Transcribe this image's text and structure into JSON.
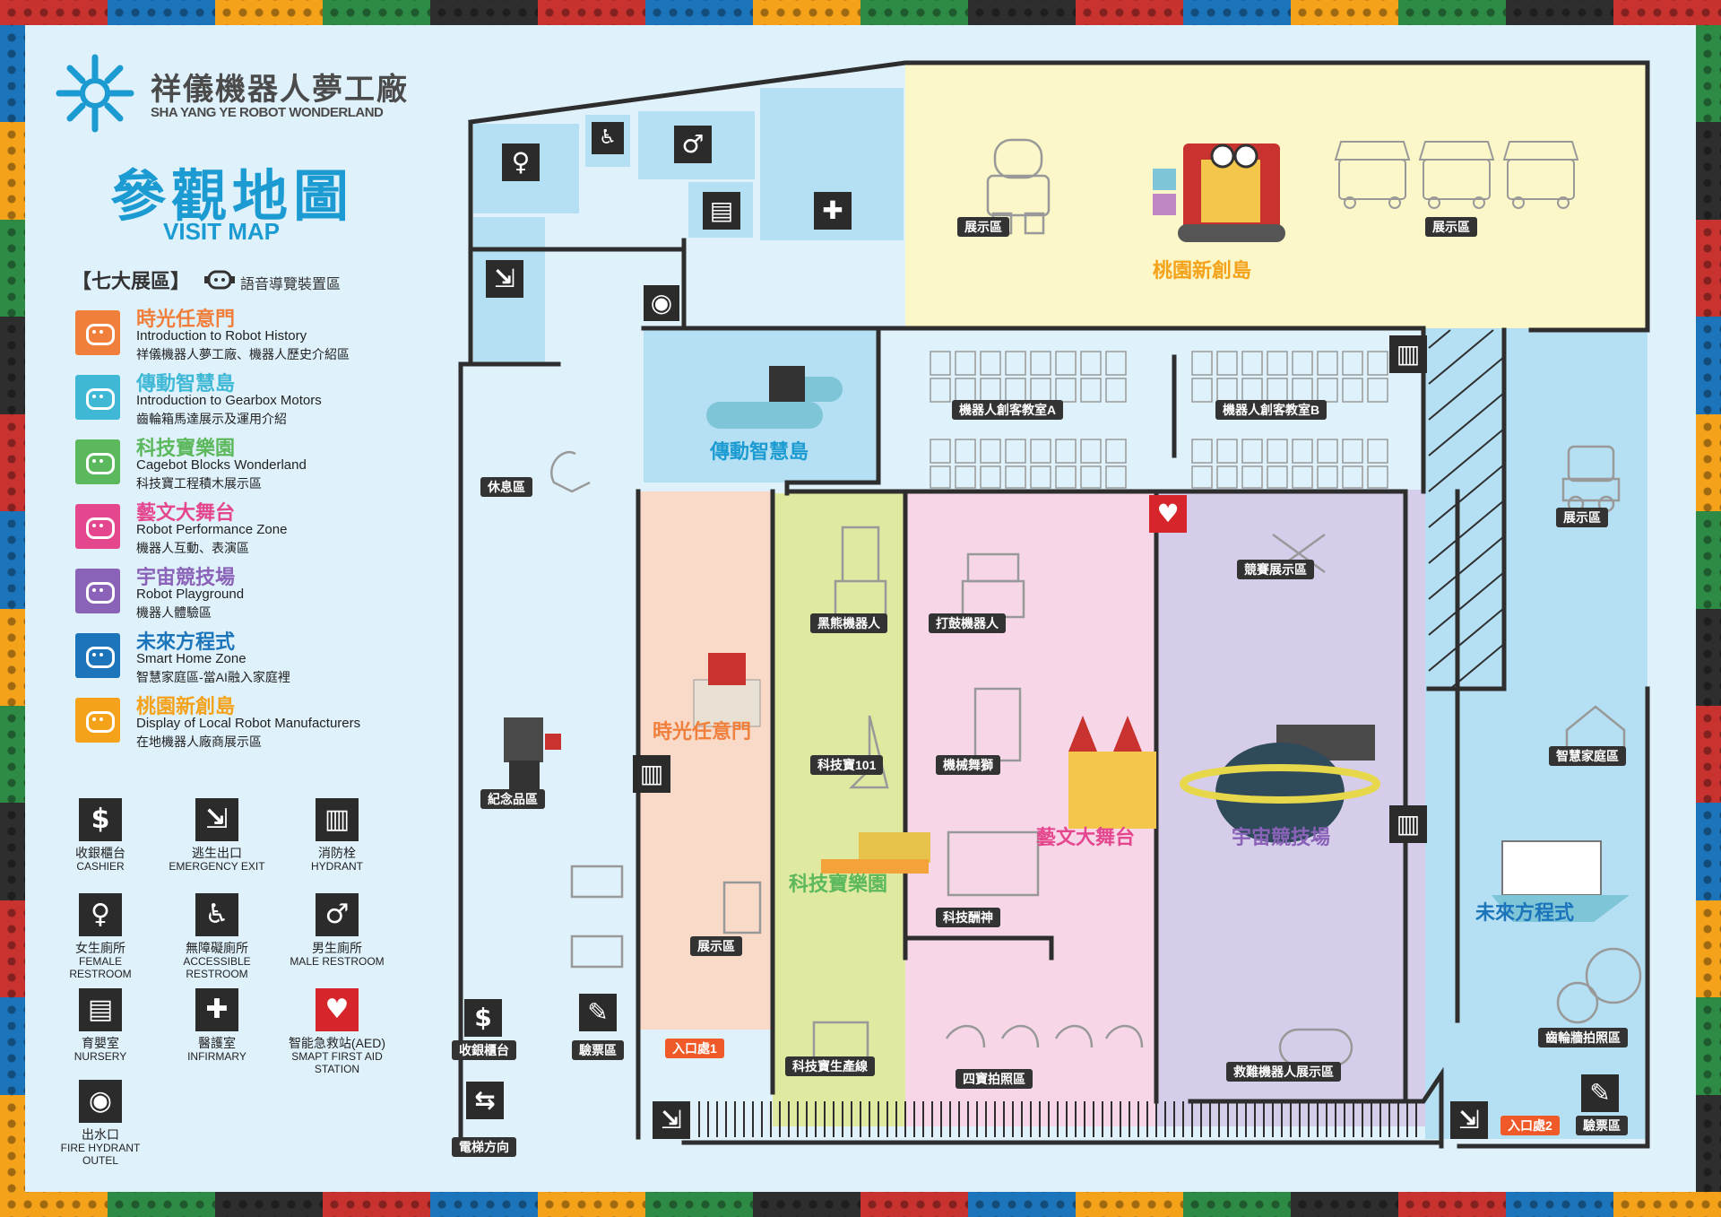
{
  "brand": {
    "name_cn": "祥儀機器人夢工廠",
    "name_en": "SHA YANG YE ROBOT WONDERLAND"
  },
  "title": {
    "cn": "參觀地圖",
    "en": "VISIT MAP"
  },
  "legend": {
    "zones_heading": "【七大展區】",
    "audio_guide": "語音導覽裝置區",
    "zones": [
      {
        "name": "時光任意門",
        "en": "Introduction to Robot History",
        "desc": "祥儀機器人夢工廠、機器人歷史介紹區",
        "color": "#f07f3c"
      },
      {
        "name": "傳動智慧島",
        "en": "Introduction to Gearbox Motors",
        "desc": "齒輪箱馬達展示及運用介紹",
        "color": "#3fb8d6"
      },
      {
        "name": "科技寶樂園",
        "en": "Cagebot Blocks Wonderland",
        "desc": "科技寶工程積木展示區",
        "color": "#5cb85c"
      },
      {
        "name": "藝文大舞台",
        "en": "Robot Performance Zone",
        "desc": "機器人互動、表演區",
        "color": "#e5478f"
      },
      {
        "name": "宇宙競技場",
        "en": "Robot Playground",
        "desc": "機器人體驗區",
        "color": "#8a63b8"
      },
      {
        "name": "未來方程式",
        "en": "Smart Home Zone",
        "desc": "智慧家庭區-當AI融入家庭裡",
        "color": "#1c74bb"
      },
      {
        "name": "桃園新創島",
        "en": "Display of Local Robot Manufacturers",
        "desc": "在地機器人廠商展示區",
        "color": "#f5a21b"
      }
    ],
    "symbols": [
      {
        "cn": "收銀櫃台",
        "en": "CASHIER",
        "icon": "$"
      },
      {
        "cn": "逃生出口",
        "en": "EMERGENCY EXIT",
        "icon": "⇲"
      },
      {
        "cn": "消防栓",
        "en": "HYDRANT",
        "icon": "▥"
      },
      {
        "cn": "女生廁所",
        "en": "FEMALE RESTROOM",
        "icon": "♀"
      },
      {
        "cn": "無障礙廁所",
        "en": "ACCESSIBLE RESTROOM",
        "icon": "♿"
      },
      {
        "cn": "男生廁所",
        "en": "MALE RESTROOM",
        "icon": "♂"
      },
      {
        "cn": "育嬰室",
        "en": "NURSERY",
        "icon": "▤"
      },
      {
        "cn": "醫護室",
        "en": "INFIRMARY",
        "icon": "✚"
      },
      {
        "cn": "智能急救站(AED)",
        "en": "SMAPT FIRST AID STATION",
        "icon": "♥"
      },
      {
        "cn": "出水口",
        "en": "FIRE HYDRANT OUTEL",
        "icon": "◉"
      }
    ]
  },
  "map": {
    "zone_titles": {
      "history": "時光任意門",
      "gearbox": "傳動智慧島",
      "blocks": "科技寶樂園",
      "stage": "藝文大舞台",
      "playground": "宇宙競技場",
      "smarthome": "未來方程式",
      "local": "桃園新創島"
    },
    "labels": {
      "exhibit1": "展示區",
      "exhibit2": "展示區",
      "exhibit3": "展示區",
      "exhibit4": "展示區",
      "classA": "機器人創客教室A",
      "classB": "機器人創客教室B",
      "rest": "休息區",
      "souvenir": "紀念品區",
      "blackbear": "黑熊機器人",
      "drum": "打鼓機器人",
      "tech101": "科技寶101",
      "lion": "機械舞獅",
      "rites": "科技酬神",
      "race": "競賽展示區",
      "smarthome": "智慧家庭區",
      "gear": "齒輪牆拍照區",
      "rescue": "救難機器人展示區",
      "photo4": "四寶拍照區",
      "line": "科技寶生產線",
      "cashier": "收銀櫃台",
      "ticket1": "驗票區",
      "ticket2": "驗票區",
      "entrance1": "入口處1",
      "entrance2": "入口處2",
      "elevator": "電梯方向"
    }
  },
  "colors": {
    "background": "#dff1fb",
    "history": "#f9d9c8",
    "blocks": "#dfe9a0",
    "stage": "#f7d7e7",
    "playground": "#d6cdea",
    "local": "#fbf7c8",
    "blue": "#b5dff2",
    "wall": "#2e2e2e"
  }
}
